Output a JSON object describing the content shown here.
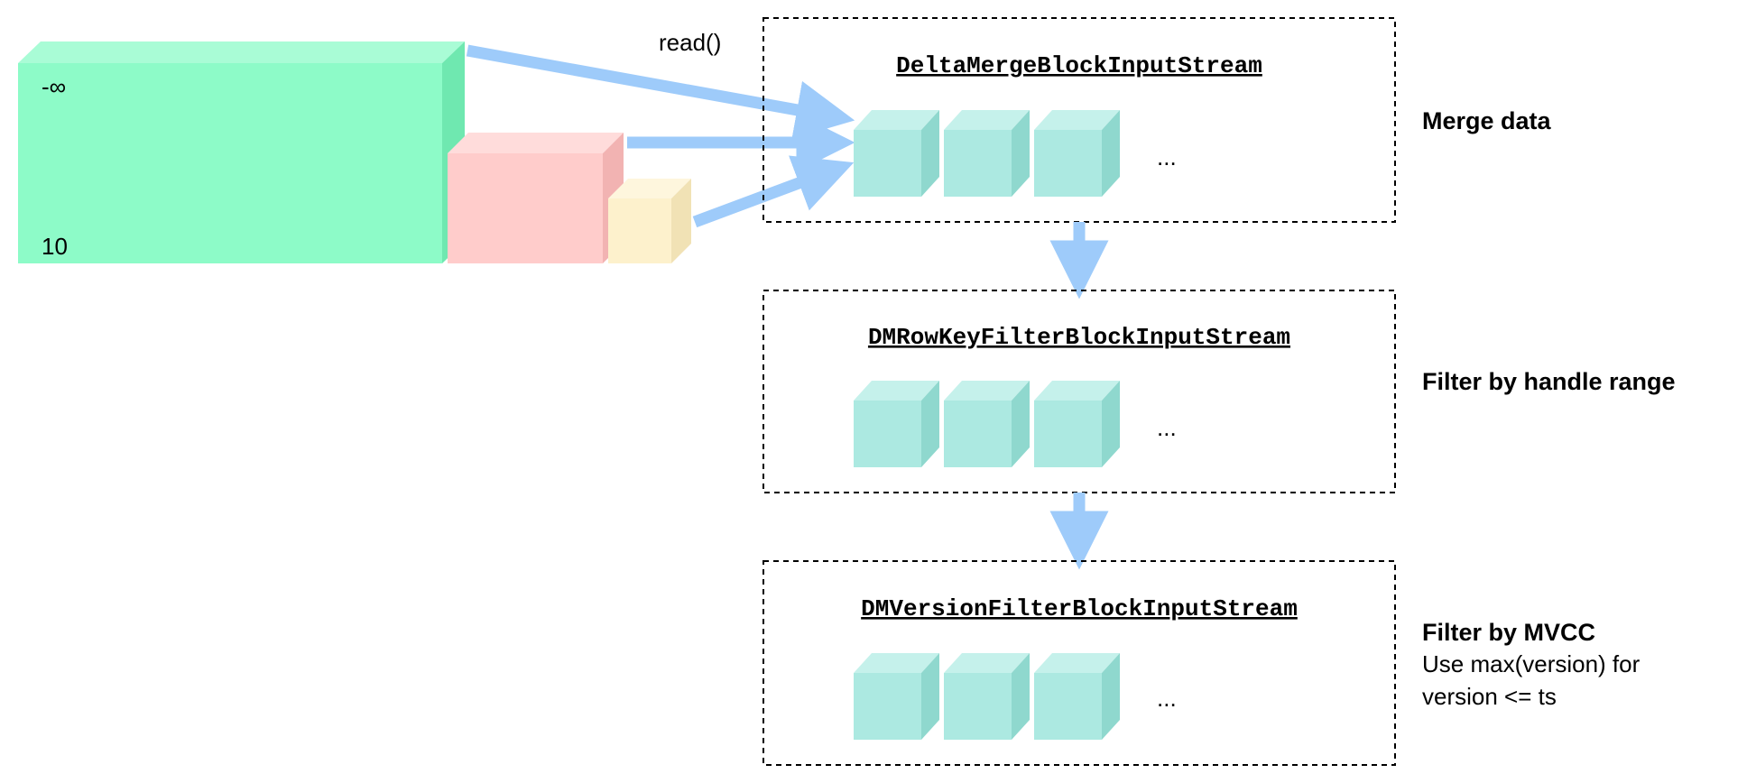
{
  "source": {
    "top_label": "-∞",
    "bottom_label": "10"
  },
  "read_call_label": "read()",
  "ellipsis": "...",
  "stages": [
    {
      "name": "DeltaMergeBlockInputStream",
      "side_title": "Merge data",
      "side_note": []
    },
    {
      "name": "DMRowKeyFilterBlockInputStream",
      "side_title": "Filter by handle range",
      "side_note": []
    },
    {
      "name": "DMVersionFilterBlockInputStream",
      "side_title": "Filter by MVCC",
      "side_note": [
        "Use max(version) for",
        "version <= ts"
      ]
    }
  ],
  "colors": {
    "source_green": "#8dfbc8",
    "source_green_light": "#a9fcd6",
    "source_green_dark": "#6fe8b0",
    "pink": "#ffcccb",
    "pink_light": "#ffdcdb",
    "pink_dark": "#f2b3b2",
    "yellow": "#fdf1cc",
    "yellow_light": "#fef6dd",
    "yellow_dark": "#f1e2b5",
    "cube": "#ace9e1",
    "cube_light": "#c5f1eb",
    "cube_dark": "#8fd8ce",
    "arrow": "#9ecbfa"
  }
}
